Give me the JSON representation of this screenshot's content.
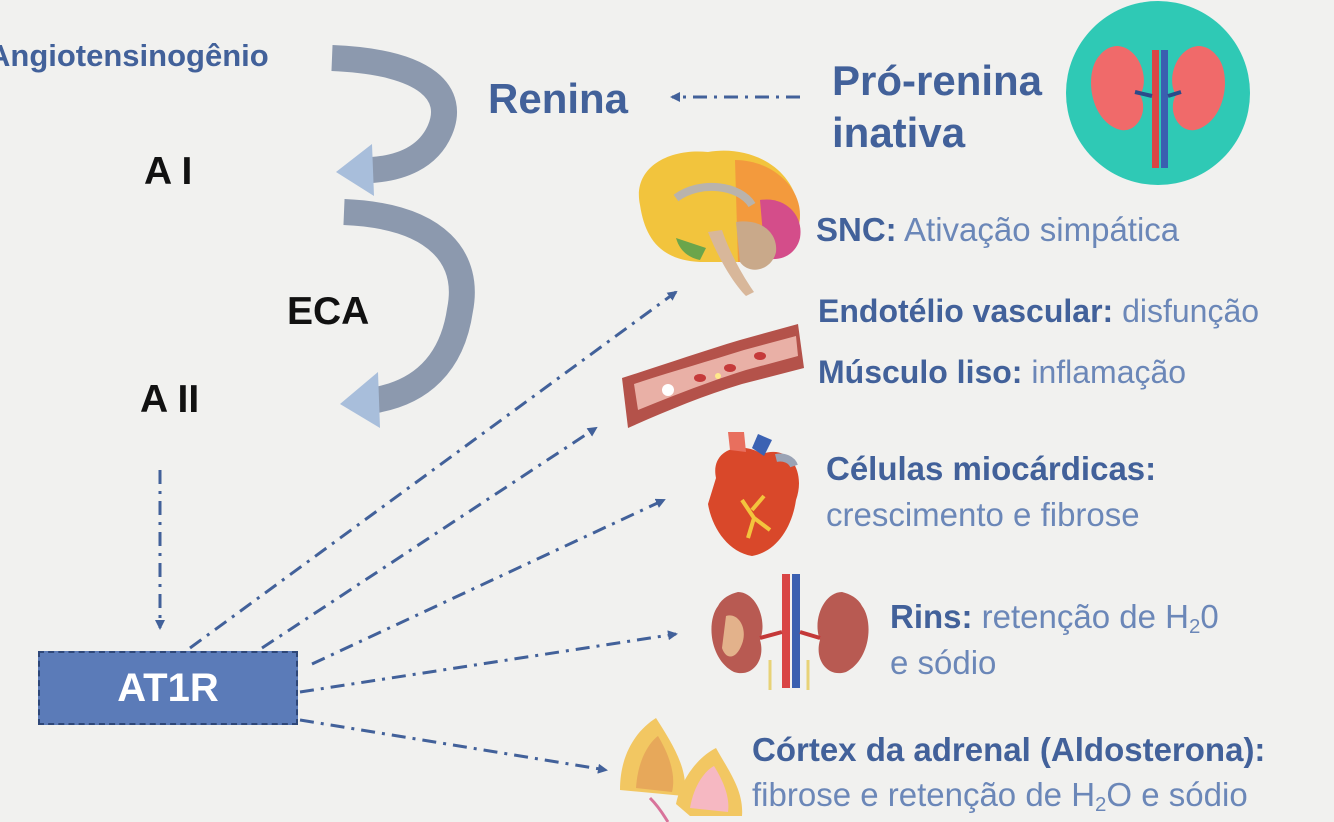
{
  "cascade": {
    "angiotensinogen": "Angiotensinogênio",
    "a1": "A I",
    "eca": "ECA",
    "a2": "A II",
    "receptor": "AT1R"
  },
  "renin": {
    "renina": "Renina",
    "pro_renina_line1": "Pró-renina",
    "pro_renina_line2": "inativa"
  },
  "effects": {
    "snc": {
      "term": "SNC:",
      "desc": "Ativação simpática"
    },
    "endotelio": {
      "term": "Endotélio vascular:",
      "desc": "disfunção"
    },
    "musculo": {
      "term": "Músculo liso:",
      "desc": "inflamação"
    },
    "celulas": {
      "term": "Células miocárdicas:",
      "desc": "crescimento e fibrose"
    },
    "rins": {
      "term": "Rins:",
      "desc_pre": "retenção de H",
      "sub": "2",
      "desc_post": "0",
      "line2": "e sódio"
    },
    "adrenal": {
      "term": "Córtex da adrenal (Aldosterona):",
      "desc_pre": "fibrose e retenção de H",
      "sub": "2",
      "desc_post": "O e sódio"
    }
  },
  "icons": [
    "kidney-icon",
    "brain-icon",
    "blood-vessel-icon",
    "heart-icon",
    "kidneys-icon",
    "adrenal-gland-icon"
  ],
  "colors": {
    "accent": "#42619a",
    "light_accent": "#6b87b8",
    "receptor_box": "#5b7bb8",
    "kidney_circle": "#2fc9b5"
  }
}
